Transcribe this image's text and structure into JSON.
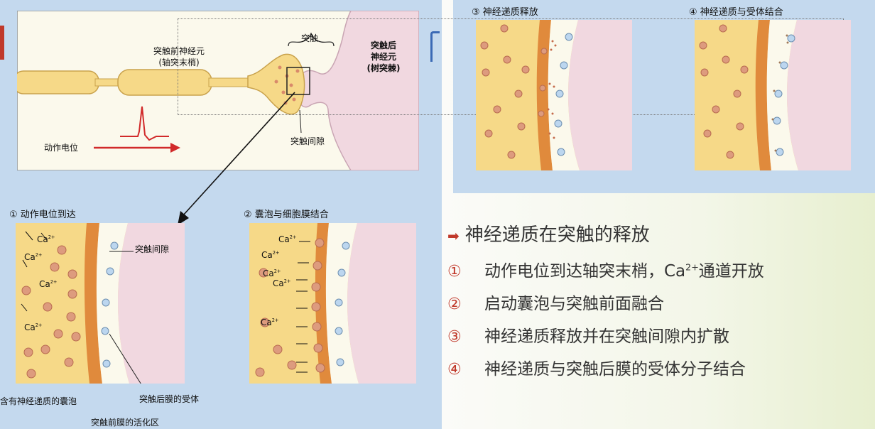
{
  "top_diagram": {
    "pre_neuron_label": "突触前神经元",
    "pre_neuron_sub": "(轴突末梢)",
    "synapse_label": "突触",
    "post_neuron_label1": "突触后",
    "post_neuron_label2": "神经元",
    "post_neuron_sub": "(树突棘)",
    "cleft_label": "突触间隙",
    "ap_label": "动作电位"
  },
  "steps": [
    {
      "num": "①",
      "title": "动作电位到达"
    },
    {
      "num": "②",
      "title": "囊泡与细胞膜结合"
    },
    {
      "num": "③",
      "title": "神经递质释放"
    },
    {
      "num": "④",
      "title": "神经递质与受体结合"
    }
  ],
  "panel1_labels": {
    "ion": "Ca",
    "ion_sup": "2+",
    "cleft": "突触间隙",
    "vesicle": "含有神经递质的囊泡",
    "receptor": "突触后膜的受体",
    "active_zone": "突触前膜的活化区"
  },
  "heading": "神经递质在突触的释放",
  "items": [
    {
      "num": "①",
      "pre": "动作电位到达轴突末梢，Ca",
      "sup": "2+",
      "post": "通道开放"
    },
    {
      "num": "②",
      "pre": "启动囊泡与突触前面融合",
      "sup": "",
      "post": ""
    },
    {
      "num": "③",
      "pre": "神经递质释放并在突触间隙内扩散",
      "sup": "",
      "post": ""
    },
    {
      "num": "④",
      "pre": "神经递质与突触后膜的受体分子结合",
      "sup": "",
      "post": ""
    }
  ],
  "colors": {
    "axon": "#f6d988",
    "membrane": "#e08a3c",
    "post": "#f1d8e0",
    "bg": "#c4d9ee",
    "accent": "#c0392b",
    "vesicle": "#d98a6a",
    "receptor": "#bcd6ef"
  }
}
